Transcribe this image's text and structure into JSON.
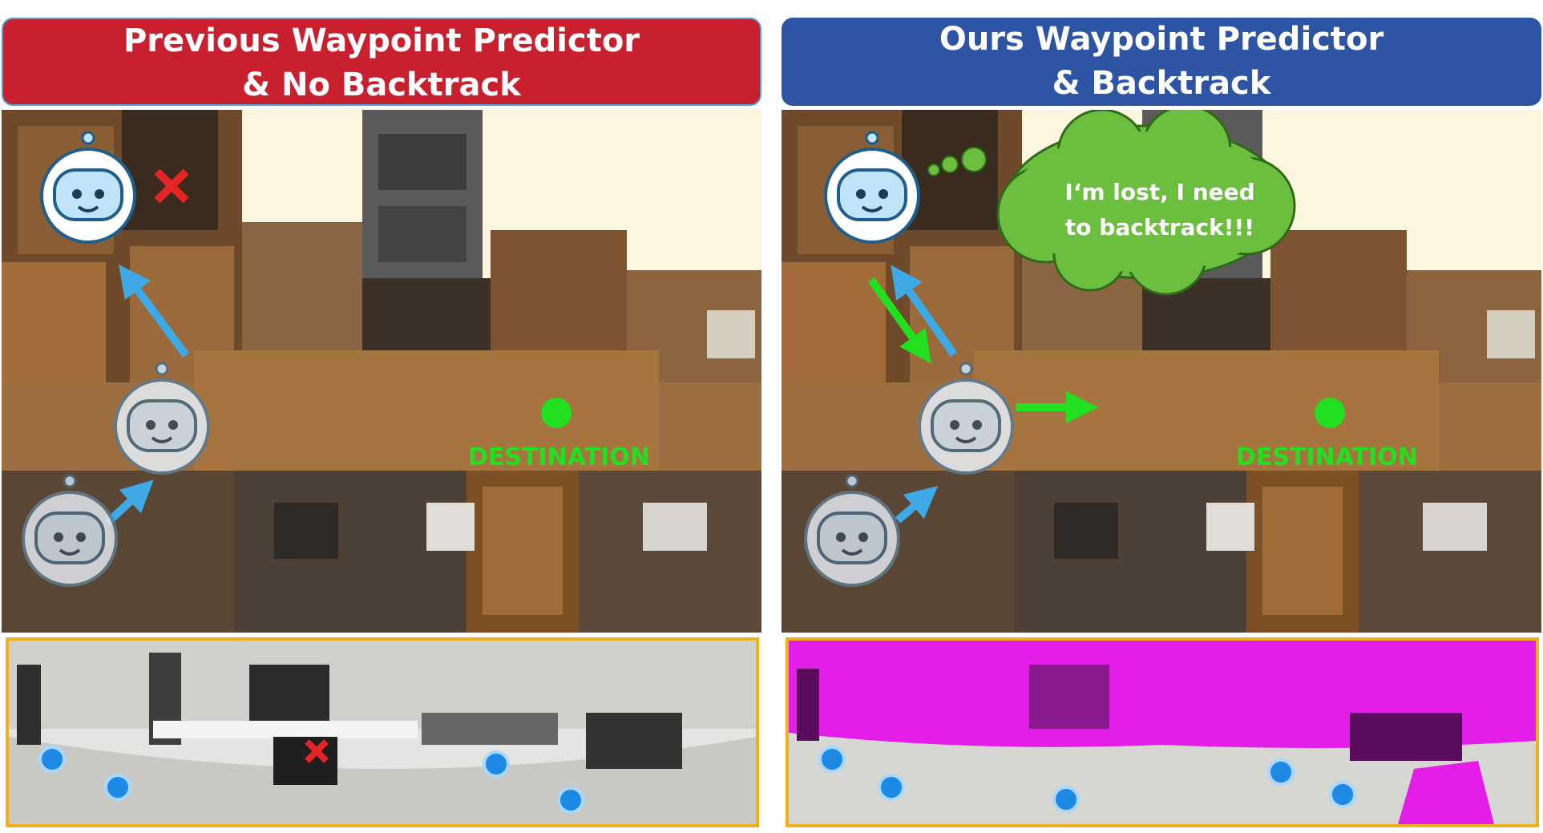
{
  "left_panel": {
    "title_line1": "Previous Waypoint Predictor",
    "title_line2": "& No Backtrack",
    "header_color": "#c8202f",
    "destination_label": "DESTINATION",
    "failure_marker_icon": "red-x-icon"
  },
  "right_panel": {
    "title_line1": "Ours Waypoint Predictor",
    "title_line2": "& Backtrack",
    "header_color": "#2e55a4",
    "destination_label": "DESTINATION",
    "thought_line1": "I‘m lost, I need",
    "thought_line2": "to backtrack!!!"
  },
  "colors": {
    "destination": "#22e01f",
    "forward_arrow": "#3fa9e6",
    "backtrack_arrow": "#22e01f",
    "waypoint_dot": "#1e88e5",
    "pano_border": "#f0b019",
    "segmentation": "#e31ee8",
    "thought_cloud": "#6cbf3e"
  }
}
